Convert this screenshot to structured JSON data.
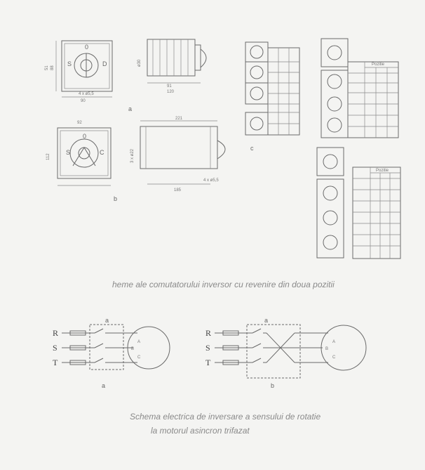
{
  "captions": {
    "top": "heme ale comutatorului inversor cu revenire din doua pozitii",
    "bottom_line1": "Schema electrica de inversare a sensului de rotatie",
    "bottom_line2": "la motorul asincron trifazat"
  },
  "drawing_a": {
    "letter": "a",
    "dims": [
      "51",
      "88",
      "4 x ø5,5",
      "90",
      "ø30",
      "91",
      "120"
    ],
    "pos_labels": [
      "0",
      "S",
      "D"
    ]
  },
  "drawing_b": {
    "letter": "b",
    "dims": [
      "92",
      "112",
      "3 x ø22",
      "221",
      "185",
      "4 x ø5,5"
    ],
    "pos_labels": [
      "0",
      "S",
      "C"
    ]
  },
  "drawing_c": {
    "letter": "c"
  },
  "position_table_header": "Pozitie",
  "circuit_a": {
    "letter": "a",
    "phases": [
      "R",
      "S",
      "T"
    ],
    "box_label": "a",
    "motor_terminals": [
      "A",
      "B",
      "C"
    ]
  },
  "circuit_b": {
    "letter": "b",
    "phases": [
      "R",
      "S",
      "T"
    ],
    "box_label": "a",
    "motor_terminals": [
      "A",
      "B",
      "C"
    ]
  }
}
